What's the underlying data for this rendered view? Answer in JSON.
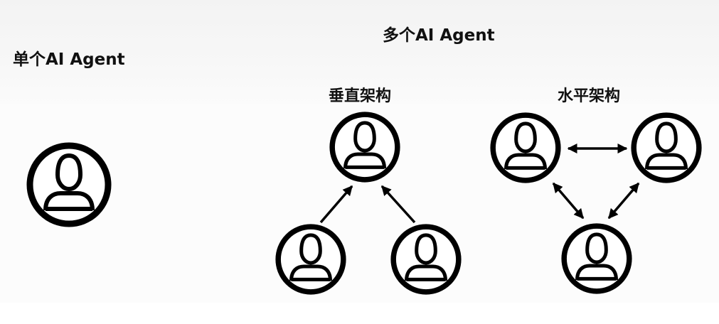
{
  "labels": {
    "single": "单个AI Agent",
    "multi": "多个AI Agent",
    "vertical": "垂直架构",
    "horizontal": "水平架构"
  },
  "icons": {
    "agent": "person-in-circle-icon",
    "connector": "arrow-icon"
  },
  "colors": {
    "stroke": "#000000",
    "background": "#ffffff"
  }
}
